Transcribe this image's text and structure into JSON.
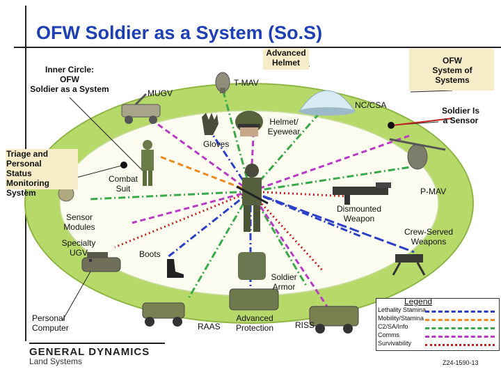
{
  "title": "OFW Soldier as a System (So.S)",
  "labels": {
    "inner_circle": "Inner Circle:\nOFW\nSoldier as a System",
    "advanced_helmet": "Advanced\nHelmet",
    "ofw_system_of_systems": "OFW\nSystem of\nSystems",
    "tmav": "T-MAV",
    "mugv": "MUGV",
    "nccsa": "NC/CSA",
    "soldier_sensor": "Soldier Is\na Sensor",
    "helmet_eyewear": "Helmet/\nEyewear",
    "gloves": "Gloves",
    "triage": "Triage and\nPersonal\nStatus\nMonitoring\nSystem",
    "combat_suit": "Combat\nSuit",
    "pmav": "P-MAV",
    "dismounted_weapon": "Dismounted\nWeapon",
    "sensor_modules": "Sensor\nModules",
    "crew_served": "Crew-Served\nWeapons",
    "specialty_ugv": "Specialty\nUGV",
    "boots": "Boots",
    "soldier_armor": "Soldier\nArmor",
    "personal_computer": "Personal\nComputer",
    "raas": "RAAS",
    "advanced_protection": "Advanced\nProtection",
    "riss": "RISS"
  },
  "legend": {
    "title": "Legend",
    "items": [
      {
        "label": "Lethality Stamina",
        "color": "#2b3fc9",
        "style": "dashdot"
      },
      {
        "label": "Mobility/Stamina",
        "color": "#f08a20",
        "style": "dash"
      },
      {
        "label": "C2/SA/Info",
        "color": "#3aa94a",
        "style": "dashdot"
      },
      {
        "label": "Comms",
        "color": "#b83ac6",
        "style": "dash"
      },
      {
        "label": "Survivability",
        "color": "#c42020",
        "style": "dot"
      }
    ]
  },
  "footer": {
    "company": "GENERAL DYNAMICS",
    "division": "Land Systems",
    "code": "Z24-1590-13"
  }
}
